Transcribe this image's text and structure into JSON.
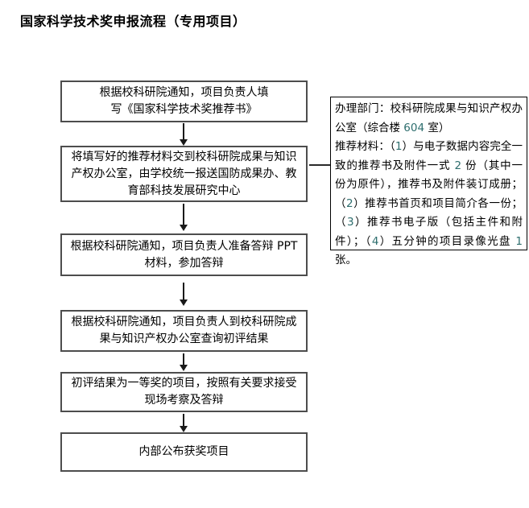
{
  "title": "国家科学技术奖申报流程（专用项目）",
  "colors": {
    "box_border": "#4d4d4d",
    "note_border": "#000000",
    "arrow": "#1a1a1a",
    "digit": "#2e6e6e"
  },
  "flow": {
    "steps": [
      {
        "lines": [
          "根据校科研院通知，项目负责人填",
          "写《国家科学技术奖推荐书》"
        ]
      },
      {
        "lines": [
          "将填写好的推荐材料交到校科研院成果与知识",
          "产权办公室，由学校统一报送国防成果办、教",
          "育部科技发展研究中心"
        ]
      },
      {
        "lines": [
          "根据校科研院通知，项目负责人准备答辩 PPT",
          "材料，参加答辩"
        ]
      },
      {
        "lines": [
          "根据校科研院通知，项目负责人到校科研院成",
          "果与知识产权办公室查询初评结果"
        ]
      },
      {
        "lines": [
          "初评结果为一等奖的项目，按照有关要求接受",
          "现场考察及答辩"
        ]
      },
      {
        "lines": [
          "内部公布获奖项目"
        ]
      }
    ]
  },
  "note": {
    "paragraphs": [
      "办理部门：校科研院成果与知识产权办公室（综合楼 604 室）",
      "推荐材料：（1）与电子数据内容完全一致的推荐书及附件一式 2 份（其中一份为原件），推荐书及附件装订成册；（2）推荐书首页和项目简介各一份；（3）推荐书电子版（包括主件和附件）；（4）五分钟的项目录像光盘 1 张。"
    ]
  }
}
